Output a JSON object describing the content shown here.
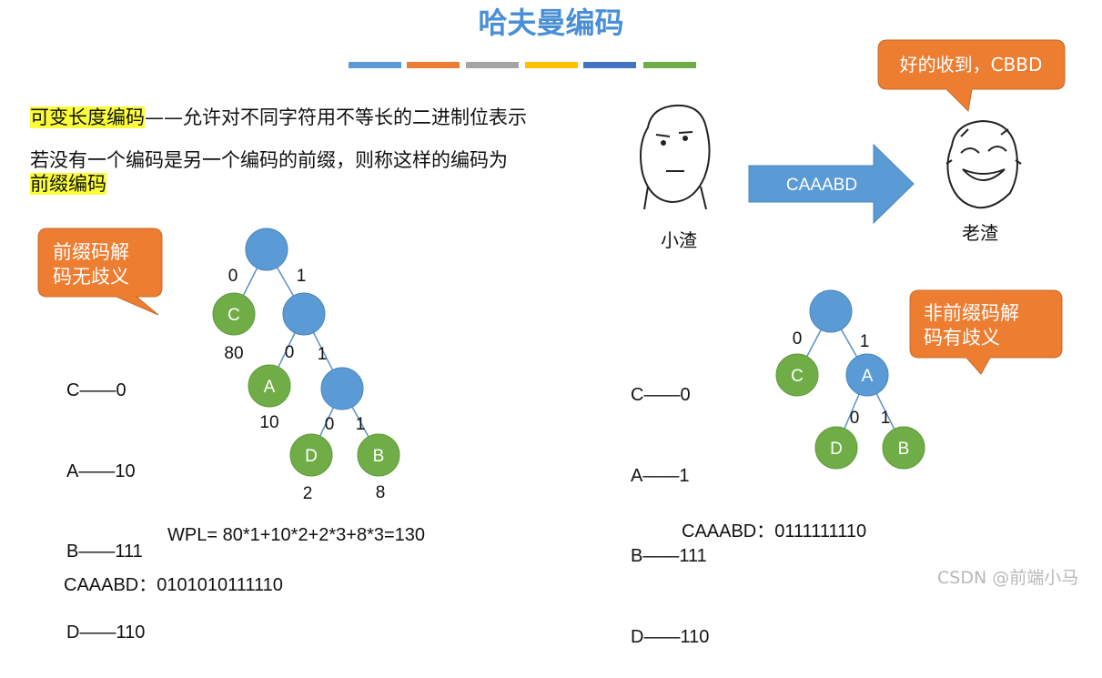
{
  "title": "哈夫曼编码",
  "color_bars": [
    "#5b9bd5",
    "#ed7d31",
    "#a5a5a5",
    "#ffc000",
    "#4472c4",
    "#70ad47"
  ],
  "left": {
    "variable_length_term": "可变长度编码",
    "variable_length_desc": "——允许对不同字符用不等长的二进制位表示",
    "prefix_sentence": "若没有一个编码是另一个编码的前缀，则称这样的编码为",
    "prefix_term": "前缀编码",
    "bubble": [
      "前缀码解",
      "码无歧义"
    ],
    "codes": [
      "C——0",
      "A——10",
      "B——111",
      "D——110"
    ],
    "tree": {
      "nodes": {
        "root": "",
        "C": "C",
        "n1": "",
        "A": "A",
        "n2": "",
        "D": "D",
        "B": "B"
      },
      "edge_labels": {
        "root_C": "0",
        "root_n1": "1",
        "n1_A": "0",
        "n1_n2": "1",
        "n2_D": "0",
        "n2_B": "1"
      },
      "weights": {
        "C": "80",
        "A": "10",
        "D": "2",
        "B": "8"
      }
    },
    "wpl": "WPL= 80*1+10*2+2*3+8*3=130",
    "encoded": "CAAABD：0101010111110"
  },
  "right": {
    "sender_label": "小渣",
    "receiver_label": "老渣",
    "message": "CAAABD",
    "reply_bubble": "好的收到，CBBD",
    "bubble": [
      "非前缀码解",
      "码有歧义"
    ],
    "codes": [
      "C——0",
      "A——1",
      "B——111",
      "D——110"
    ],
    "tree": {
      "nodes": {
        "root": "",
        "C": "C",
        "A": "A",
        "D": "D",
        "B": "B"
      },
      "edge_labels": {
        "root_C": "0",
        "root_A": "1",
        "A_D": "0",
        "A_B": "1"
      }
    },
    "encoded": "CAAABD：0111111110"
  },
  "watermark": "CSDN @前端小马",
  "colors": {
    "title": "#4a8fd6",
    "node_blue": "#5b9bd5",
    "node_green": "#70ad47",
    "bubble": "#ed7d31",
    "arrow": "#5b9bd5",
    "highlight": "#fbff3a"
  }
}
